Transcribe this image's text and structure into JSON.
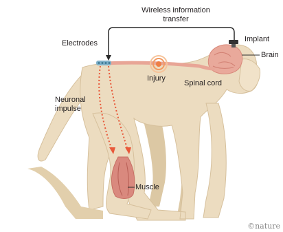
{
  "labels": {
    "wireless_line1": "Wireless information",
    "wireless_line2": "transfer",
    "implant": "Implant",
    "brain": "Brain",
    "electrodes": "Electrodes",
    "injury": "Injury",
    "spinal_cord": "Spinal cord",
    "neuronal_line1": "Neuronal",
    "neuronal_line2": "impulse",
    "muscle": "Muscle"
  },
  "credit": "©nature",
  "colors": {
    "fur": "#ecdcc0",
    "fur_shadow": "#d9c4a0",
    "brain": "#e9a99b",
    "spinal_cord": "#e8a596",
    "muscle": "#d9897e",
    "impulse_arrow": "#e8593a",
    "injury_glow": "#f29a61",
    "electrodes": "#7fb0c9",
    "link_line": "#2b2b2b",
    "text": "#231f20"
  },
  "icons": [
    "implant-icon",
    "electrode-array-icon",
    "injury-glow-icon",
    "impulse-arrow-icon"
  ]
}
